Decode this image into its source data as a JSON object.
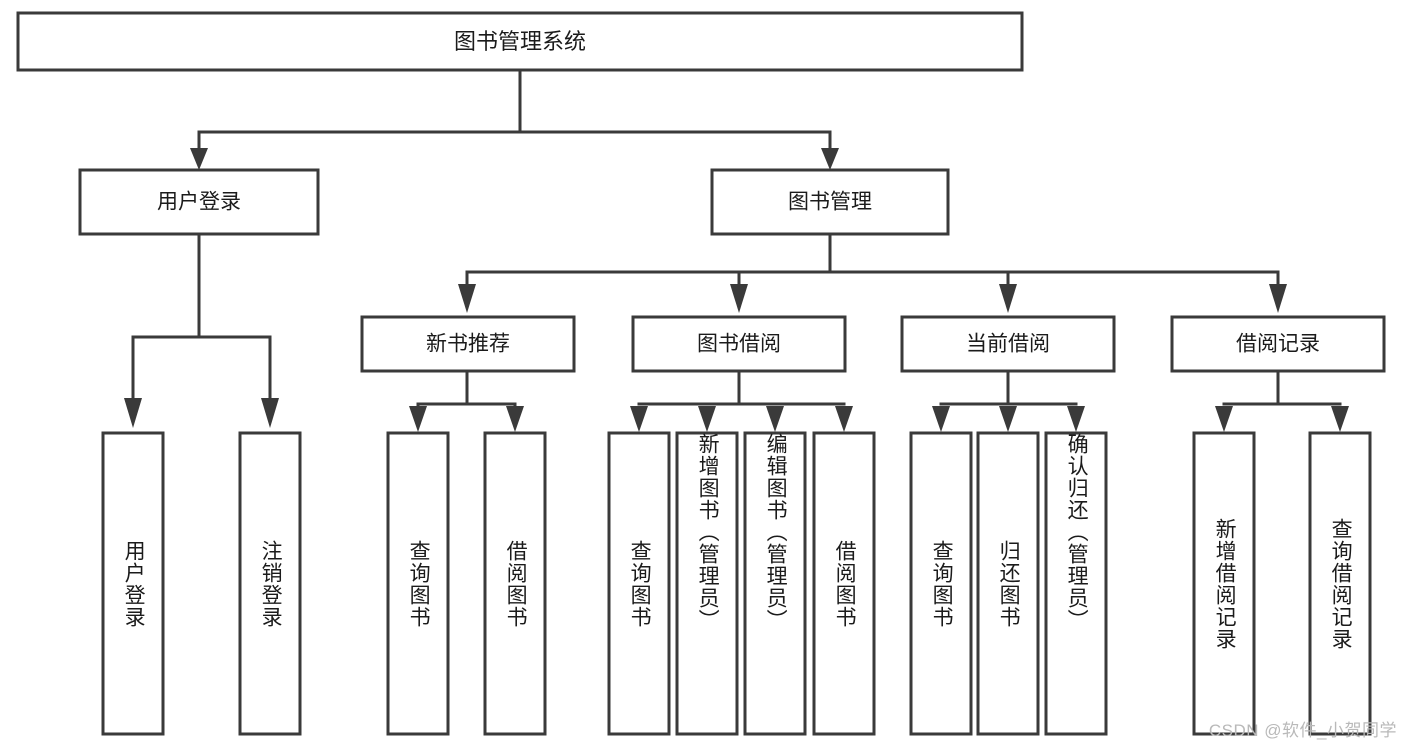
{
  "diagram": {
    "type": "tree-hierarchy",
    "title": "图书管理系统",
    "colors": {
      "background": "#ffffff",
      "box_fill": "#ffffff",
      "stroke": "#3a3a3a",
      "text": "#1b1b1b",
      "watermark": "#b9b9b9"
    },
    "root": {
      "label": "图书管理系统"
    },
    "level1": [
      {
        "id": "user-login",
        "label": "用户登录"
      },
      {
        "id": "book-management",
        "label": "图书管理"
      }
    ],
    "level2": [
      {
        "id": "new-book-recommend",
        "label": "新书推荐",
        "parent": "book-management"
      },
      {
        "id": "book-borrow",
        "label": "图书借阅",
        "parent": "book-management"
      },
      {
        "id": "current-borrow",
        "label": "当前借阅",
        "parent": "book-management"
      },
      {
        "id": "borrow-record",
        "label": "借阅记录",
        "parent": "book-management"
      }
    ],
    "leaves": {
      "user-login": [
        {
          "id": "leaf-user-login",
          "label": "用户登录"
        },
        {
          "id": "leaf-user-logout",
          "label": "注销登录"
        }
      ],
      "new-book-recommend": [
        {
          "id": "leaf-query-book-1",
          "label": "查询图书"
        },
        {
          "id": "leaf-borrow-book-1",
          "label": "借阅图书"
        }
      ],
      "book-borrow": [
        {
          "id": "leaf-query-book-2",
          "label": "查询图书"
        },
        {
          "id": "leaf-add-book",
          "label": "新增图书（管理员）"
        },
        {
          "id": "leaf-edit-book",
          "label": "编辑图书（管理员）"
        },
        {
          "id": "leaf-borrow-book-2",
          "label": "借阅图书"
        }
      ],
      "current-borrow": [
        {
          "id": "leaf-query-book-3",
          "label": "查询图书"
        },
        {
          "id": "leaf-return-book",
          "label": "归还图书"
        },
        {
          "id": "leaf-confirm-return",
          "label": "确认归还（管理员）"
        }
      ],
      "borrow-record": [
        {
          "id": "leaf-add-record",
          "label": "新增借阅记录"
        },
        {
          "id": "leaf-query-record",
          "label": "查询借阅记录"
        }
      ]
    },
    "watermark": "CSDN @软件_小贺同学"
  }
}
